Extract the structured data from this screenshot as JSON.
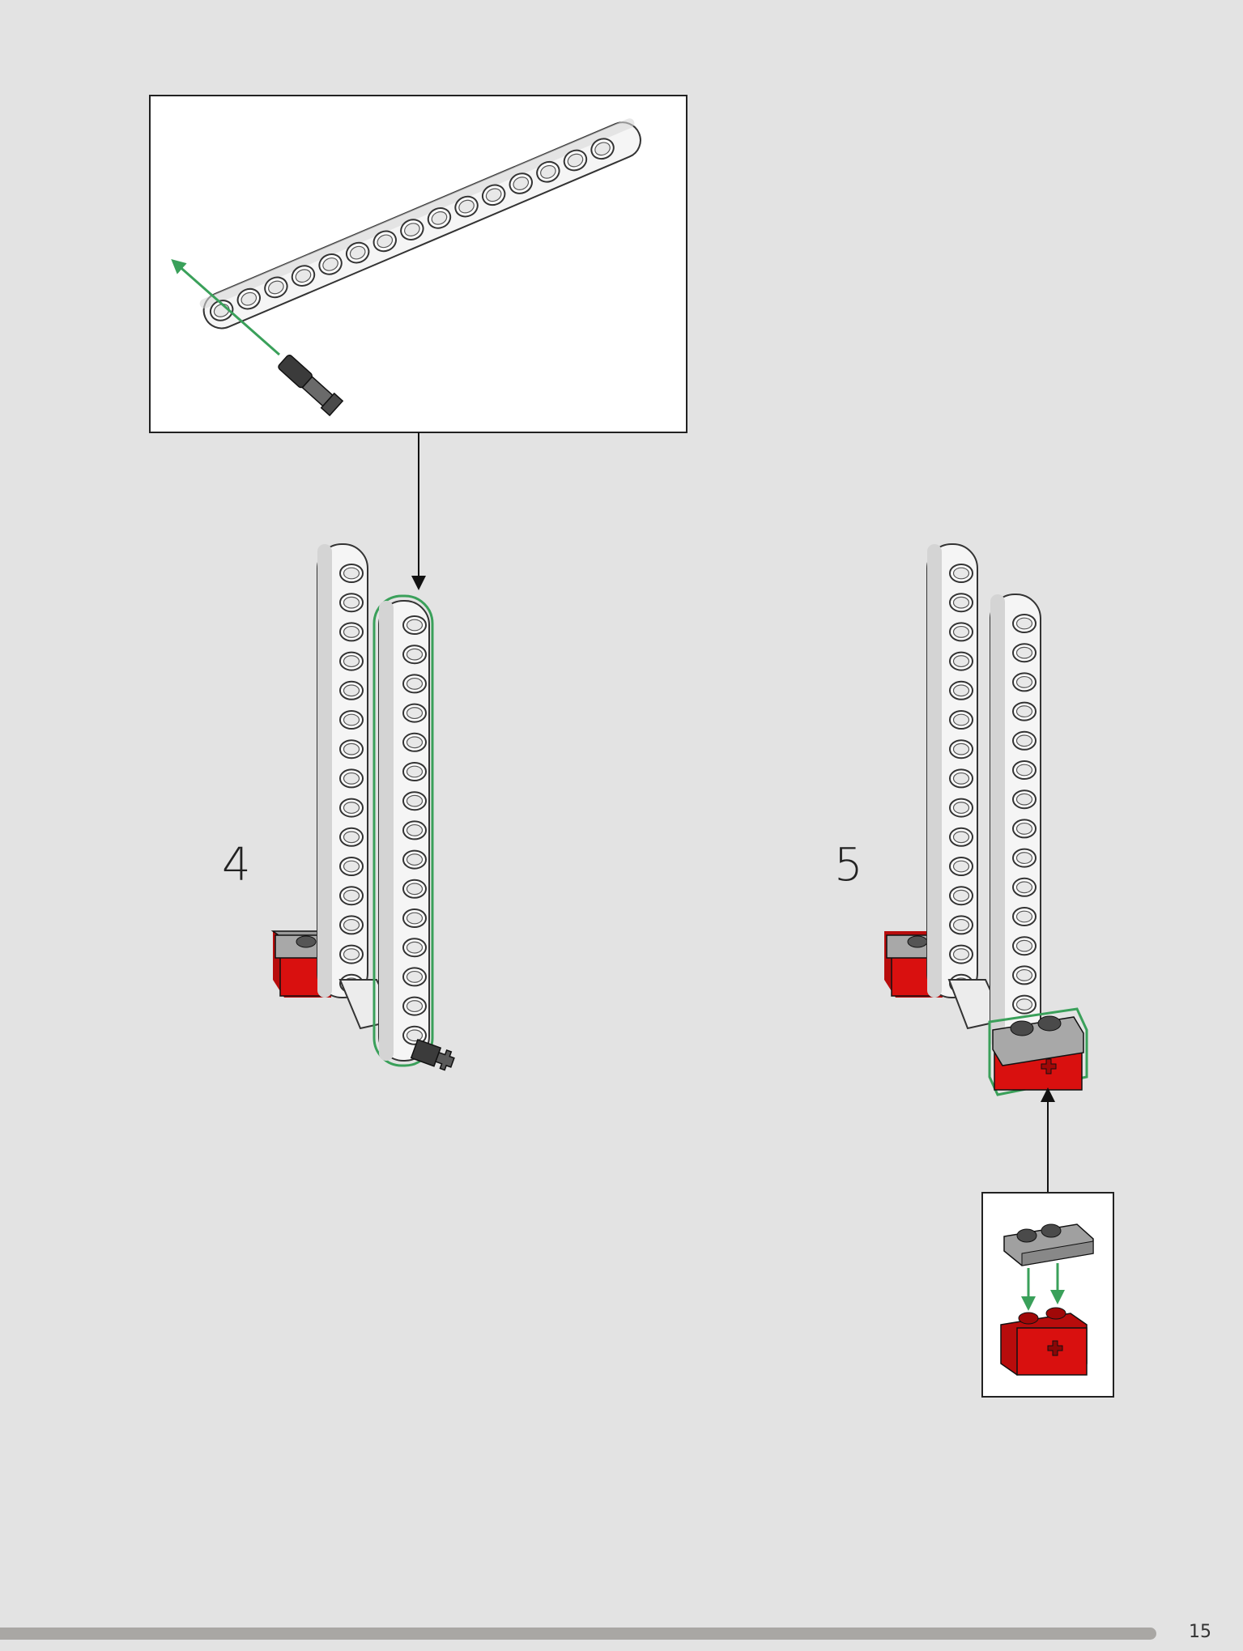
{
  "steps": [
    {
      "number": "4",
      "parts": [
        "beam-15",
        "connector-pin"
      ]
    },
    {
      "number": "5",
      "parts": [
        "plate-with-rail-1x2",
        "brick-1x2-axle-hole"
      ]
    }
  ],
  "page": {
    "number": "15",
    "progress_fraction": 0.93
  },
  "colors": {
    "background": "#e3e3e3",
    "beam": "#f4f4f4",
    "highlight": "#3aa05a",
    "brick_red": "#d9100f",
    "plate_gray": "#9a9a9a",
    "pin_dark": "#3b3b3b",
    "progress_bar": "#a9a7a4"
  },
  "icons": [
    "green-arrow-icon",
    "black-arrow-icon"
  ]
}
